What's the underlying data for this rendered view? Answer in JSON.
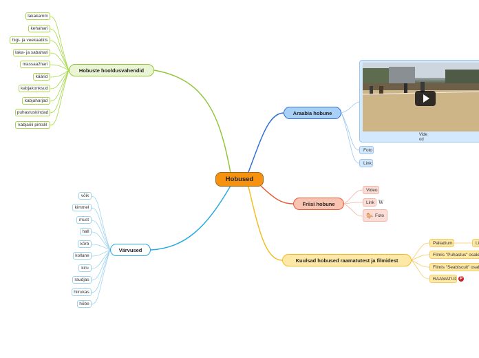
{
  "root": {
    "label": "Hobused"
  },
  "branches": {
    "care": {
      "label": "Hobuste hooldusvahendid",
      "items": [
        "lakakamm",
        "kehahari",
        "higi- ja veekaabits",
        "laka- ja sabahari",
        "massaažhari",
        "käärid",
        "kabjakonksud",
        "kabjaharjad",
        "puhastuskindad",
        "kabjaõli pintsliI"
      ]
    },
    "colors": {
      "label": "Värvused",
      "items": [
        "võik",
        "kimmel",
        "must",
        "hall",
        "kõrb",
        "kollane",
        "kiru",
        "raudjas",
        "hiirukas",
        "hõbe"
      ]
    },
    "arabian": {
      "label": "Araabia hobune",
      "video_label": "Vide od",
      "items": [
        "Foto",
        "Link"
      ]
    },
    "frisian": {
      "label": "Friisi hobune",
      "items": [
        "Video",
        "Link",
        "Foto"
      ]
    },
    "famous": {
      "label": "Kuulsad hobused raamatutest ja filmidest",
      "items": [
        "Palladium",
        "Filmis \"Puhastus\" osales",
        "Filmis \"Seabiscuit\" osale",
        "RAAMATUD"
      ],
      "palladium_child": "Lin"
    }
  },
  "icons": {
    "video_play": "play-icon",
    "wikipedia": "wikipedia-icon",
    "horse": "horse-icon",
    "pinterest": "pinterest-icon",
    "wikipedia_glyph": "W",
    "pinterest_glyph": "P",
    "horse_glyph": "🐎"
  },
  "colors": {
    "root": "#f6920f",
    "care": "#93c63a",
    "colors_branch": "#27a9e1",
    "arabian": "#2f6fd6",
    "frisian": "#e65a34",
    "famous": "#f3bd22"
  }
}
